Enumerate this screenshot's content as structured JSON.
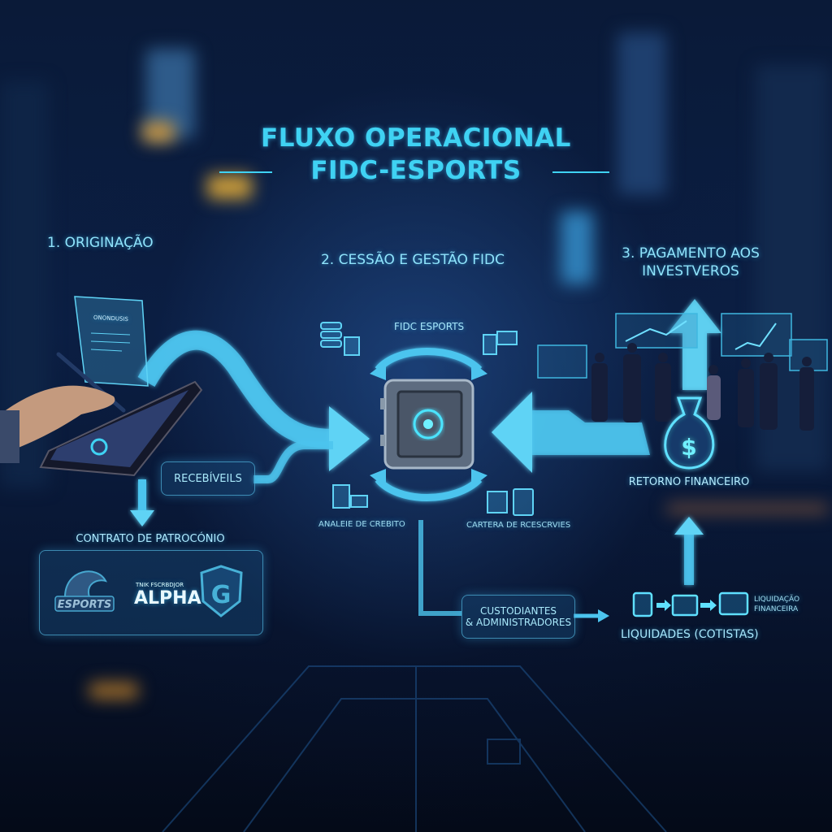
{
  "title": {
    "line1": "FLUXO OPERACIONAL",
    "line2": "FIDC-ESPORTS"
  },
  "steps": {
    "origination": "1. ORIGINAÇÃO",
    "cession": "2. CESSÃO E GESTÃO FIDC",
    "payment_line1": "3. PAGAMENTO AOS",
    "payment_line2": "INVESTVEROS"
  },
  "origination": {
    "document_heading": "ONONDUSIS",
    "receivables_label": "RECEBÍVEILS",
    "contract_label": "CONTRATO DE PATROCÓNIO",
    "logos": [
      {
        "name": "ESPORTS",
        "icon": "dragon-logo"
      },
      {
        "name": "ALPHA",
        "subtitle": "TNIK FSCRBDJOR"
      },
      {
        "name": "G",
        "icon": "shield-g-logo"
      }
    ]
  },
  "fidc": {
    "label": "FIDC ESPORTS",
    "credit_analysis": "ANALEIE DE CREBITO",
    "portfolio": "CARTERA DE RCESCRVIES",
    "custodians_line1": "CUSTODIANTES",
    "custodians_line2": "& ADMINISTRADORES",
    "center_icon": "vault-icon"
  },
  "payment": {
    "return_label": "RETORNO FINANCEIRO",
    "settlement_label": "LIQUIDADES (COTISTAS)",
    "liquidation_line1": "LIQUIDAÇÃO",
    "liquidation_line2": "FINANCEIRA"
  },
  "colors": {
    "accent": "#3fd2f3",
    "arrow": "#4cc4ee",
    "background": "#0a1a38"
  }
}
